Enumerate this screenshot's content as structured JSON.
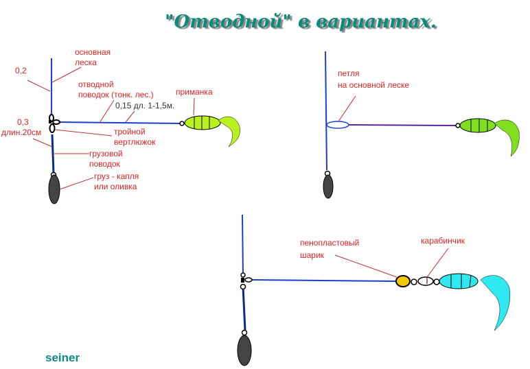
{
  "title": "\"Отводной\" в вариантах.",
  "signature": "seiner",
  "diagram1": {
    "main_line": "основная",
    "main_line2": "леска",
    "main_diam": "0,2",
    "leader": "отводной",
    "leader2": "поводок (тонк. лес.)",
    "leader_spec": "0,15 дл. 1-1,5м.",
    "lure": "приманка",
    "weight_diam": "0,3",
    "weight_len": "длин.20см",
    "swivel": "тройной",
    "swivel2": "вертлюжок",
    "weight_leader": "грузовой",
    "weight_leader2": "поводок",
    "sinker": "груз - капля",
    "sinker2": "или оливка"
  },
  "diagram2": {
    "loop": "петля",
    "loop2": "на основной леске"
  },
  "diagram3": {
    "float_ball": "пенопластовый",
    "float_ball2": "шарик",
    "snap": "карабинчик"
  },
  "colors": {
    "line": "#1a3fd0",
    "title": "#0f8a7a",
    "label": "#e02020",
    "lure1": "#b8f020",
    "lure3": "#30e8f0",
    "ball": "#f5c800",
    "sinker": "#444444"
  }
}
